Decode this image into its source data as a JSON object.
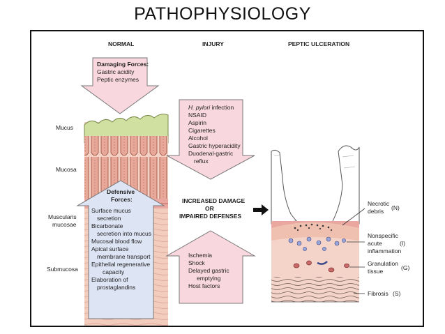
{
  "title": "PATHOPHYSIOLOGY",
  "headers": {
    "normal": "NORMAL",
    "injury": "INJURY",
    "peptic": "PEPTIC ULCERATION"
  },
  "layers": {
    "mucus": "Mucus",
    "mucosa": "Mucosa",
    "muscularis_1": "Muscularis",
    "muscularis_2": "mucosae",
    "submucosa": "Submucosa"
  },
  "damaging": {
    "title": "Damaging Forces:",
    "items": [
      "Gastric acidity",
      "Peptic enzymes"
    ]
  },
  "defensive": {
    "title_1": "Defensive",
    "title_2": "Forces:",
    "items": [
      "Surface mucus",
      "secretion",
      "Bicarbonate",
      "secretion into mucus",
      "Mucosal blood flow",
      "Apical surface",
      "membrane transport",
      "Epithelial regenerative",
      "capacity",
      "Elaboration of",
      "prostaglandins"
    ]
  },
  "injury_top": {
    "items_prefix": "H. pylori",
    "items_suffix": " infection",
    "items": [
      "NSAID",
      "Aspirin",
      "Cigarettes",
      "Alcohol",
      "Gastric hyperacidity",
      "Duodenal-gastric",
      "reflux"
    ]
  },
  "middle": {
    "line1": "INCREASED DAMAGE",
    "line2": "OR",
    "line3": "IMPAIRED DEFENSES"
  },
  "injury_bottom": {
    "items": [
      "Ischemia",
      "Shock",
      "Delayed gastric",
      "emptying",
      "Host factors"
    ]
  },
  "ulcer_labels": {
    "necrotic_1": "Necrotic",
    "necrotic_2": "debris",
    "necrotic_code": "(N)",
    "nonspecific_1": "Nonspecific",
    "nonspecific_2": "acute",
    "nonspecific_3": "inflammation",
    "nonspecific_code": "(I)",
    "granulation_1": "Granulation",
    "granulation_2": "tissue",
    "granulation_code": "(G)",
    "fibrosis": "Fibrosis",
    "fibrosis_code": "(S)"
  },
  "colors": {
    "mucus": "#cfe0a0",
    "mucosa": "#f0c4b4",
    "pink_box": "#f9d7df",
    "blue_box": "#dde4f4",
    "muscularis": "#e9a7a0"
  }
}
